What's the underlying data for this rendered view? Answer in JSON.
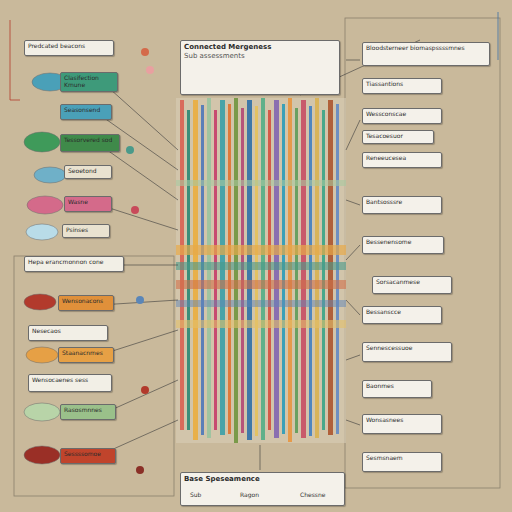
{
  "diagram": {
    "nodes": [
      {
        "text": [
          "Connected Mergeness",
          "Sub assessments"
        ]
      },
      {
        "text": [
          "Predcated beacons"
        ]
      },
      {
        "text": [
          "Clasifection Kmune"
        ]
      },
      {
        "text": [
          "Seasonsend"
        ]
      },
      {
        "text": [
          "Tessorvered sod"
        ]
      },
      {
        "text": [
          "Seoetond"
        ]
      },
      {
        "text": [
          "Wasne"
        ]
      },
      {
        "text": [
          "Psinses"
        ]
      },
      {
        "text": [
          "Hepa erancmonnon cone"
        ]
      },
      {
        "text": [
          "Wensonacons"
        ]
      },
      {
        "text": [
          "Nesecaos"
        ]
      },
      {
        "text": [
          "Staanacnmes"
        ]
      },
      {
        "text": [
          "Wensocaenes sess"
        ]
      },
      {
        "text": [
          "Rasosmnnes"
        ]
      },
      {
        "text": [
          "Sessssomoe"
        ]
      },
      {
        "text": [
          "Bloodsterneer biomaspssssmnes"
        ]
      },
      {
        "text": [
          "Tiassantions"
        ]
      },
      {
        "text": [
          "Wessconscae"
        ]
      },
      {
        "text": [
          "Tesacoesuor"
        ]
      },
      {
        "text": [
          "Reneeucesea"
        ]
      },
      {
        "text": [
          "Bantsosssre"
        ]
      },
      {
        "text": [
          "Bessenensome"
        ]
      },
      {
        "text": [
          "Sorsacanmese"
        ]
      },
      {
        "text": [
          "Bessanscce"
        ]
      },
      {
        "text": [
          "Sennescessuoe"
        ]
      },
      {
        "text": [
          "Baonmes"
        ]
      },
      {
        "text": [
          "Wonsasnees"
        ]
      },
      {
        "text": [
          "Sesmsnaem"
        ]
      },
      {
        "text": [
          "Base Speseamence"
        ]
      }
    ],
    "labels": [
      "Sub",
      "Ragon",
      "Chessne"
    ]
  }
}
